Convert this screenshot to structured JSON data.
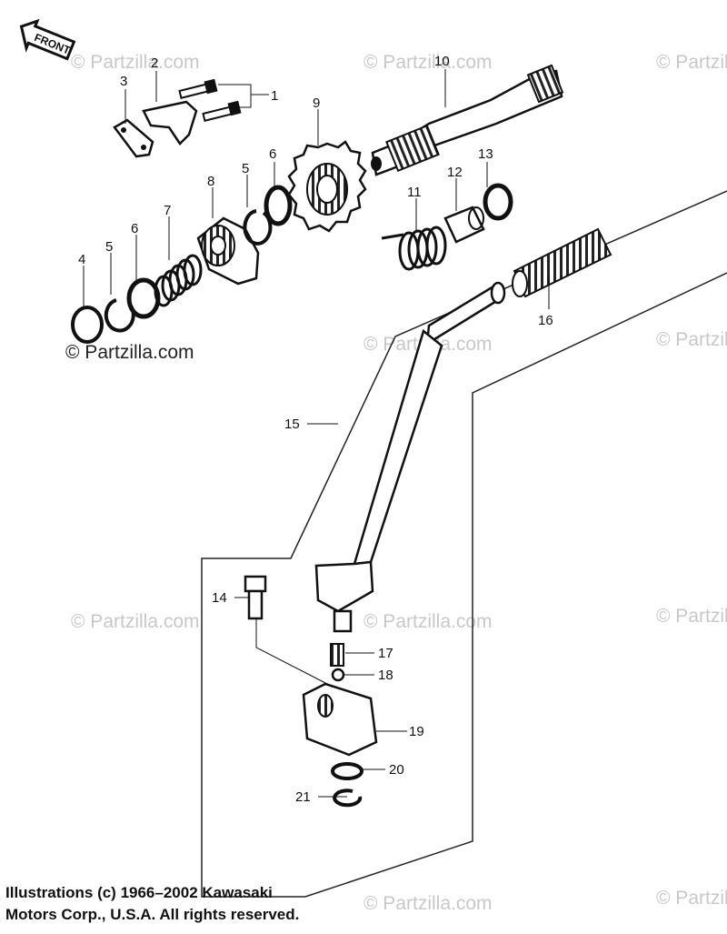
{
  "front_badge": "FRONT",
  "watermarks": {
    "light": "© Partzilla.com",
    "dark": "© Partzilla.com"
  },
  "callouts": {
    "c1": "1",
    "c2": "2",
    "c3": "3",
    "c4": "4",
    "c5a": "5",
    "c5b": "5",
    "c6a": "6",
    "c6b": "6",
    "c7": "7",
    "c8": "8",
    "c9": "9",
    "c10": "10",
    "c11": "11",
    "c12": "12",
    "c13": "13",
    "c14": "14",
    "c15": "15",
    "c16": "16",
    "c17": "17",
    "c18": "18",
    "c19": "19",
    "c20": "20",
    "c21": "21"
  },
  "copyright": {
    "line1": "Illustrations (c) 1966–2002 Kawasaki",
    "line2": "Motors Corp., U.S.A.  All rights reserved."
  }
}
